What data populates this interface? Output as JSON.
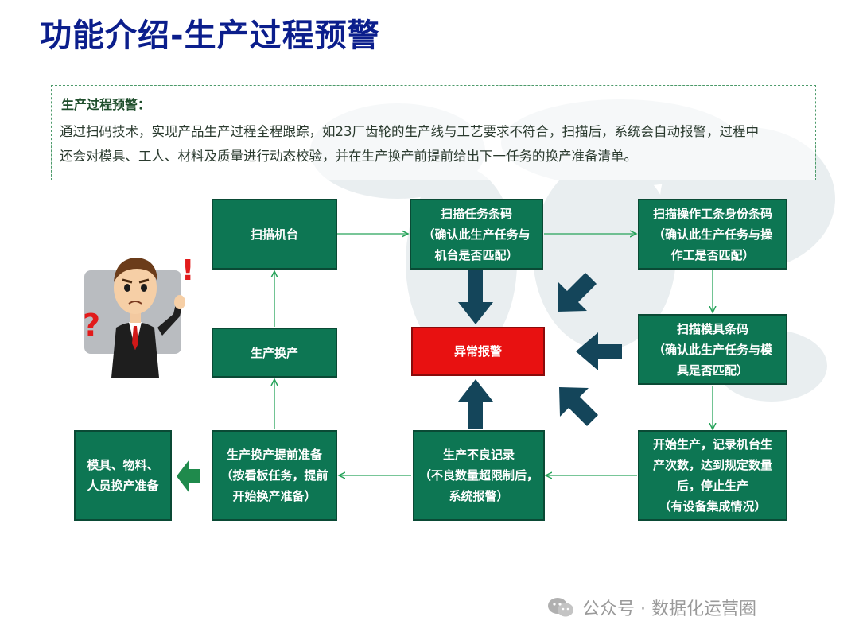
{
  "title": "功能介绍-生产过程预警",
  "description": {
    "heading": "生产过程预警：",
    "line1": "通过扫码技术，实现产品生产过程全程跟踪，如23厂齿轮的生产线与工艺要求不符合，扫描后，系统会自动报警，过程中",
    "line2": "还会对模具、工人、材料及质量进行动态校验，并在生产换产前提前给出下一任务的换产准备清单。"
  },
  "boxes": {
    "scan_machine": "扫描机台",
    "scan_task": "扫描任务条码\n（确认此生产任务与\n机台是否匹配）",
    "scan_worker": "扫描操作工条身份条码\n（确认此生产任务与操\n作工是否匹配）",
    "production_change": "生产换产",
    "alarm": "异常报警",
    "scan_mold": "扫描模具条码\n（确认此生产任务与模\n具是否匹配）",
    "prep_materials": "模具、物料、\n人员换产准备",
    "advance_prep": "生产换产提前准备\n（按看板任务，提前\n开始换产准备）",
    "defect_record": "生产不良记录\n（不良数量超限制后，\n系统报警）",
    "start_production": "开始生产，记录机台生\n产次数，达到规定数量\n后，停止生产\n（有设备集成情况）"
  },
  "footer": {
    "text": "公众号 · 数据化运营圈"
  },
  "colors": {
    "box_green": "#0d7653",
    "alarm_red": "#e81111",
    "arrow_navy": "#14455a",
    "line_green": "#27a35a",
    "title_blue": "#0b1e8c"
  }
}
